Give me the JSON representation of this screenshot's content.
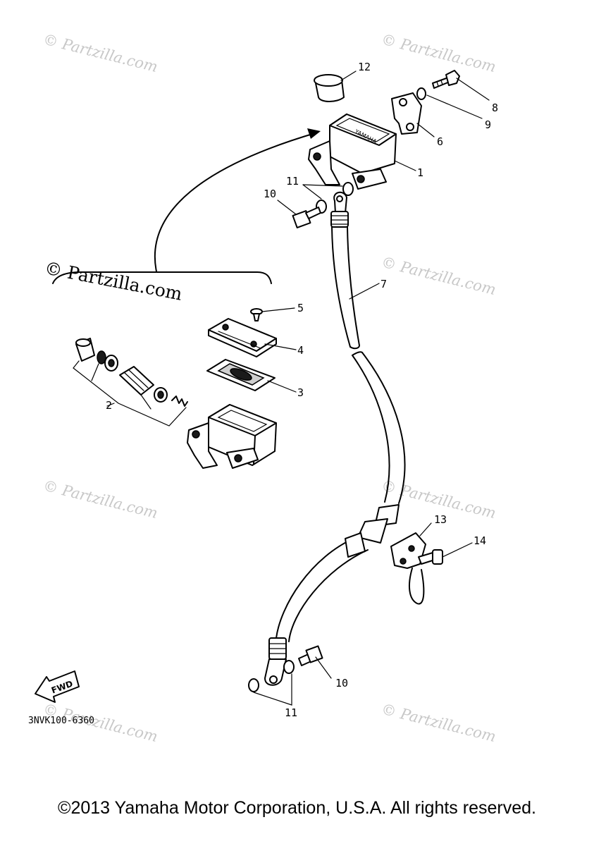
{
  "diagram": {
    "callouts": [
      "1",
      "2",
      "3",
      "4",
      "5",
      "6",
      "7",
      "8",
      "9",
      "10",
      "10",
      "11",
      "11",
      "12",
      "13",
      "14"
    ],
    "diagram_code": "3NVK100-6360",
    "fwd_label": "FWD",
    "watermark": "© Partzilla.com",
    "watermark_large": "© Partzilla.com"
  },
  "footer": {
    "copyright": "©2013 Yamaha Motor Corporation, U.S.A. All rights reserved."
  }
}
